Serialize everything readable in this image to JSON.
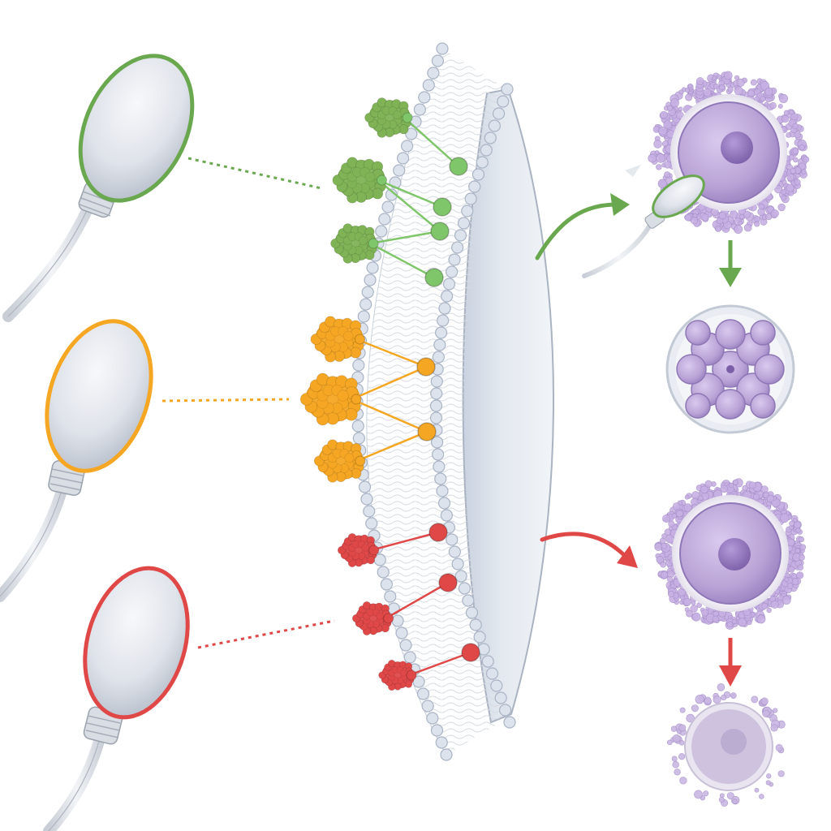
{
  "figure": {
    "type": "illustration",
    "labels": []
  },
  "colors": {
    "green": "#6aa84f",
    "green_receptor": "#7fc66a",
    "orange": "#f5a623",
    "red": "#e04848",
    "egg_purple": "#b9a3d6",
    "egg_nucleus": "#8e6fb8",
    "membrane_bead": "#cfd8e6",
    "sperm_head": "#dfe3ea"
  },
  "sperm_cells": [
    {
      "id": "sperm-green",
      "color_key": "green"
    },
    {
      "id": "sperm-orange",
      "color_key": "orange"
    },
    {
      "id": "sperm-red",
      "color_key": "red"
    }
  ],
  "ligand_groups": [
    {
      "id": "ligands-green",
      "color_key": "green",
      "count": 3
    },
    {
      "id": "ligands-orange",
      "color_key": "orange",
      "count": 3
    },
    {
      "id": "ligands-red",
      "color_key": "red",
      "count": 3
    }
  ],
  "outcomes": [
    {
      "id": "outcome-success",
      "color_key": "green",
      "stages": [
        "fertilization",
        "embryo-cleavage"
      ]
    },
    {
      "id": "outcome-failure",
      "color_key": "red",
      "stages": [
        "unfertilized-egg",
        "degenerating-egg"
      ]
    }
  ]
}
